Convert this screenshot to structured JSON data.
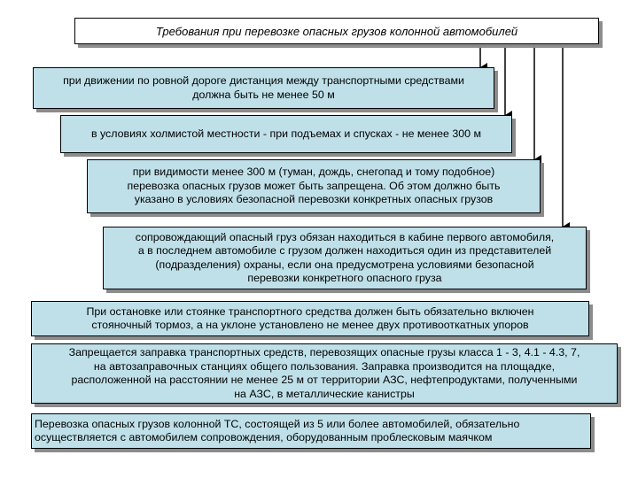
{
  "title": "Требования при перевозке опасных грузов колонной автомобилей",
  "boxes": [
    "при движении по ровной дороге дистанция между транспортными средствами\nдолжна быть не менее 50 м",
    "в условиях холмистой местности - при подъемах и спусках - не менее 300 м",
    "при видимости менее 300 м (туман, дождь, снегопад и тому подобное)\nперевозка опасных грузов может быть запрещена. Об этом должно быть\nуказано в условиях безопасной перевозки конкретных опасных грузов",
    "сопровождающий опасный груз обязан находиться в кабине первого автомобиля,\nа в последнем автомобиле с грузом должен находиться один из представителей\n(подразделения) охраны, если она предусмотрена условиями безопасной\nперевозки конкретного опасного груза",
    "При остановке или стоянке транспортного средства должен быть обязательно включен\nстояночный тормоз, а на уклоне установлено не менее двух противооткатных упоров",
    "Запрещается заправка транспортных средств, перевозящих опасные грузы класса 1 - 3, 4.1 - 4.3, 7,\nна автозаправочных станциях общего пользования. Заправка производится на площадке,\nрасположенной на расстоянии не менее 25 м от территории АЗС, нефтепродуктами, полученными\nна АЗС, в металлические канистры",
    "Перевозка опасных грузов колонной ТС, состоящей из 5 или более автомобилей, обязательно\nосуществляется с автомобилем сопровождения, оборудованным проблесковым маячком"
  ]
}
